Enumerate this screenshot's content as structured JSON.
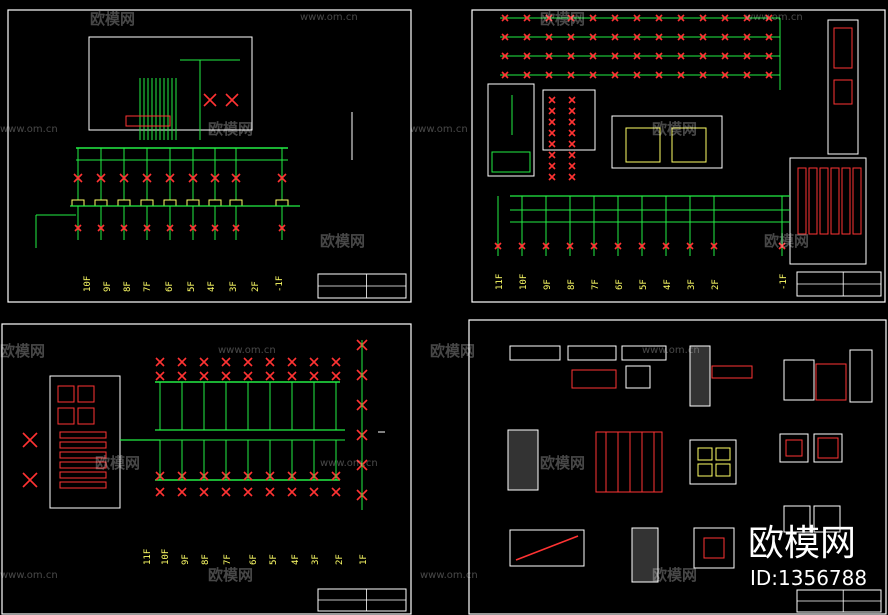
{
  "colors": {
    "background": "#000000",
    "frame": "#ffffff",
    "bus_green": "#22ee44",
    "breaker_red": "#ff3333",
    "label_yellow": "#ffff66"
  },
  "watermark": {
    "brand_text": "欧模网",
    "url_text": "www.om.cn",
    "id_label": "ID:1356788"
  },
  "sheets": [
    {
      "name": "panel-1",
      "floor_labels": [
        "10F",
        "9F",
        "8F",
        "7F",
        "6F",
        "5F",
        "4F",
        "3F",
        "2F",
        "-1F"
      ]
    },
    {
      "name": "panel-2",
      "floor_labels": [
        "11F",
        "10F",
        "9F",
        "8F",
        "7F",
        "6F",
        "5F",
        "4F",
        "3F",
        "2F",
        "-1F"
      ]
    },
    {
      "name": "panel-3",
      "floor_labels": [
        "11F",
        "10F",
        "9F",
        "8F",
        "7F",
        "6F",
        "5F",
        "4F",
        "3F",
        "2F",
        "1F"
      ]
    },
    {
      "name": "panel-4",
      "floor_labels": []
    }
  ]
}
